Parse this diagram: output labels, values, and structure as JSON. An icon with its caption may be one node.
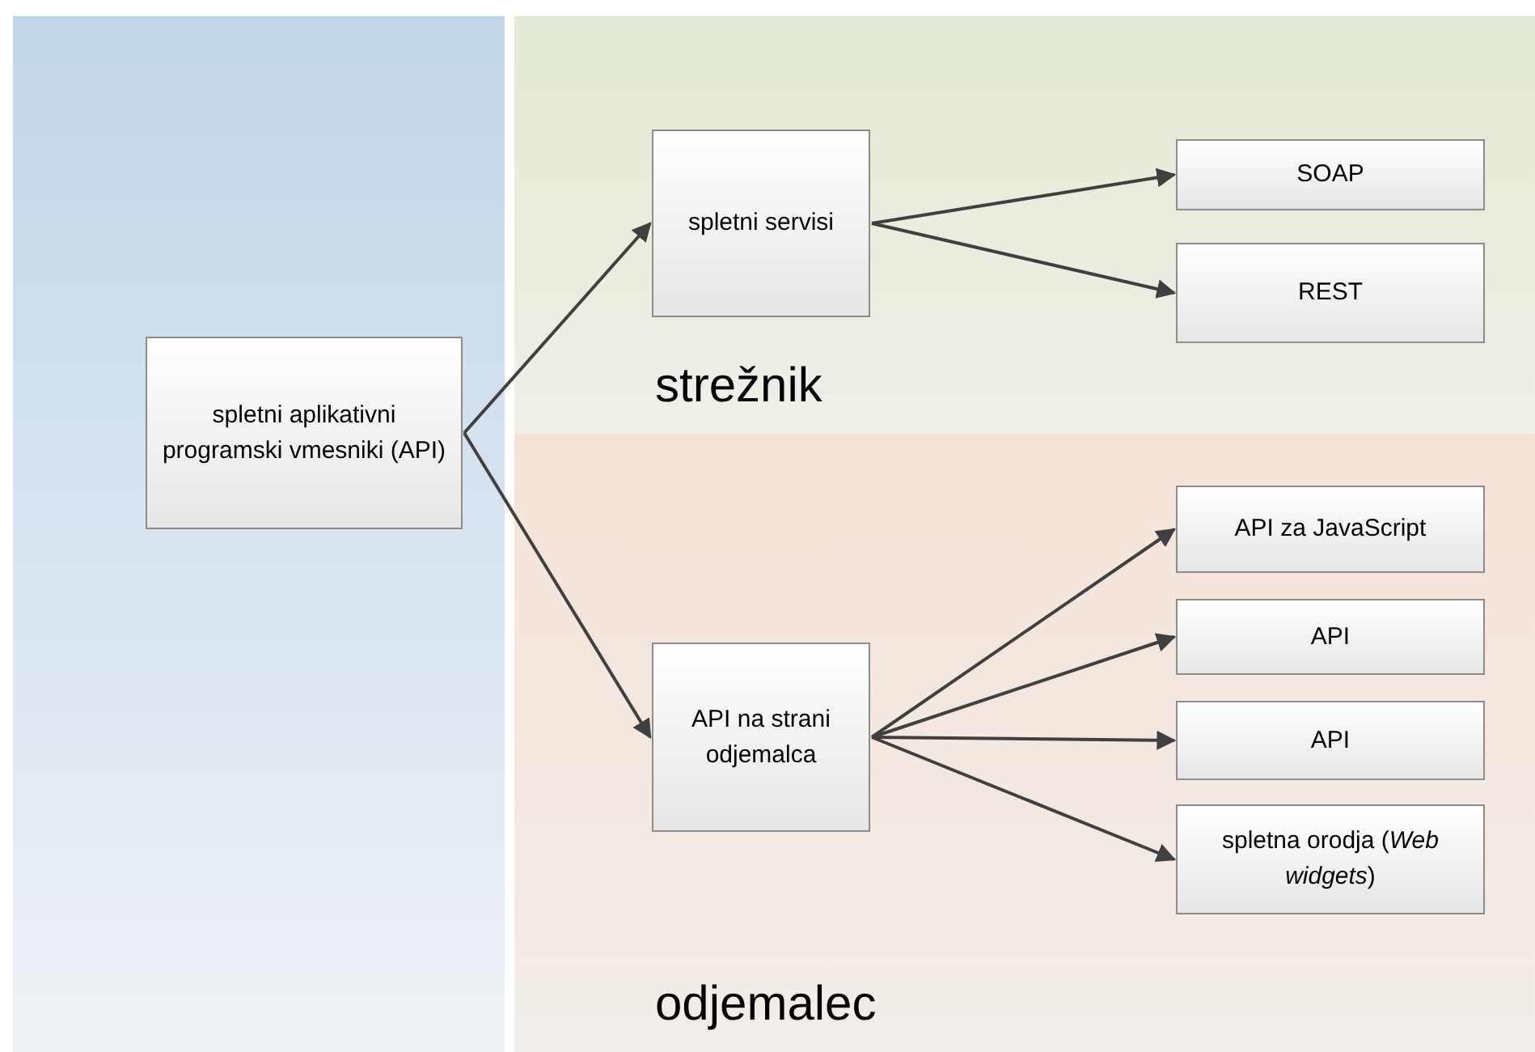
{
  "diagram": {
    "nodes": [
      {
        "text": [
          "spletni aplikativni programski vmesniki (API)"
        ]
      },
      {
        "text": [
          "strežnik"
        ]
      },
      {
        "text": [
          "spletni servisi"
        ],
        "in": 1
      },
      {
        "text": [
          "SOAP"
        ],
        "in": 1
      },
      {
        "text": [
          "REST"
        ],
        "in": 1
      },
      {
        "text": [
          "odjemalec"
        ]
      },
      {
        "text": [
          "API na strani odjemalca"
        ],
        "in": 5
      },
      {
        "text": [
          "API za JavaScript"
        ],
        "in": 5
      },
      {
        "text": [
          "API"
        ],
        "in": 5
      },
      {
        "text": [
          "API"
        ],
        "in": 5
      },
      {
        "text": [
          "spletna orodja (*Web widgets*)"
        ],
        "in": 5
      }
    ],
    "edges": [
      {
        "from": 0,
        "to": 2,
        "arrow": "to"
      },
      {
        "from": 0,
        "to": 6,
        "arrow": "to"
      },
      {
        "from": 2,
        "to": 3,
        "arrow": "to"
      },
      {
        "from": 2,
        "to": 4,
        "arrow": "to"
      },
      {
        "from": 6,
        "to": 7,
        "arrow": "to"
      },
      {
        "from": 6,
        "to": 8,
        "arrow": "to"
      },
      {
        "from": 6,
        "to": 9,
        "arrow": "to"
      },
      {
        "from": 6,
        "to": 10,
        "arrow": "to"
      }
    ]
  }
}
